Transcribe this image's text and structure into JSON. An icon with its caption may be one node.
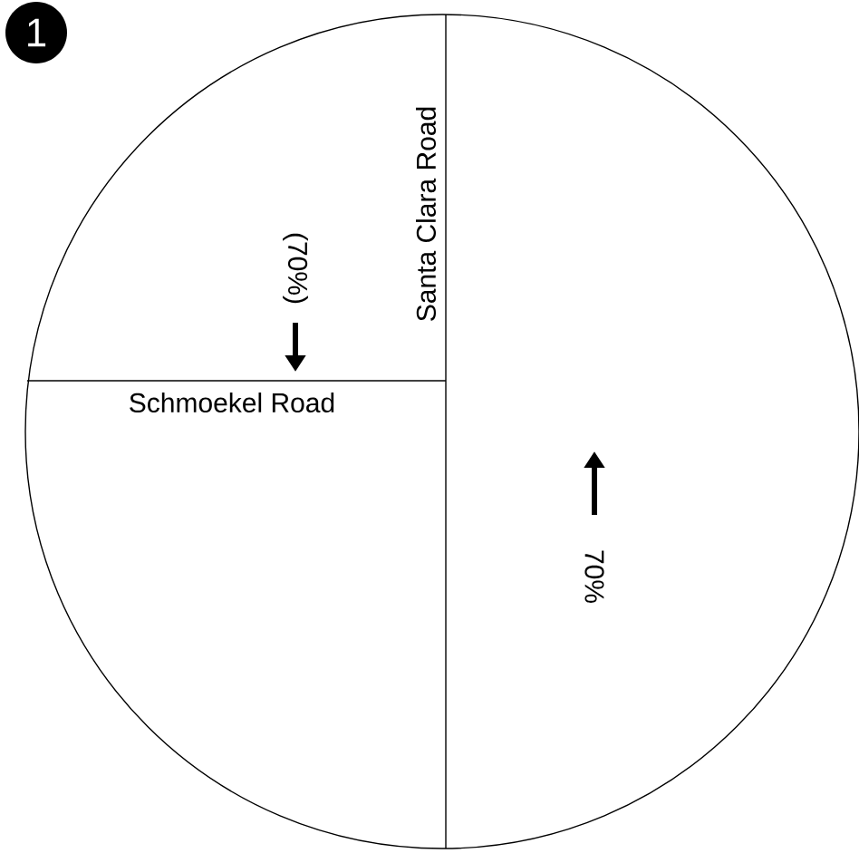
{
  "diagram": {
    "labels": [
      "1",
      "Santa Clara Road",
      "(70%)",
      "Schmoekel Road",
      "70%"
    ]
  }
}
